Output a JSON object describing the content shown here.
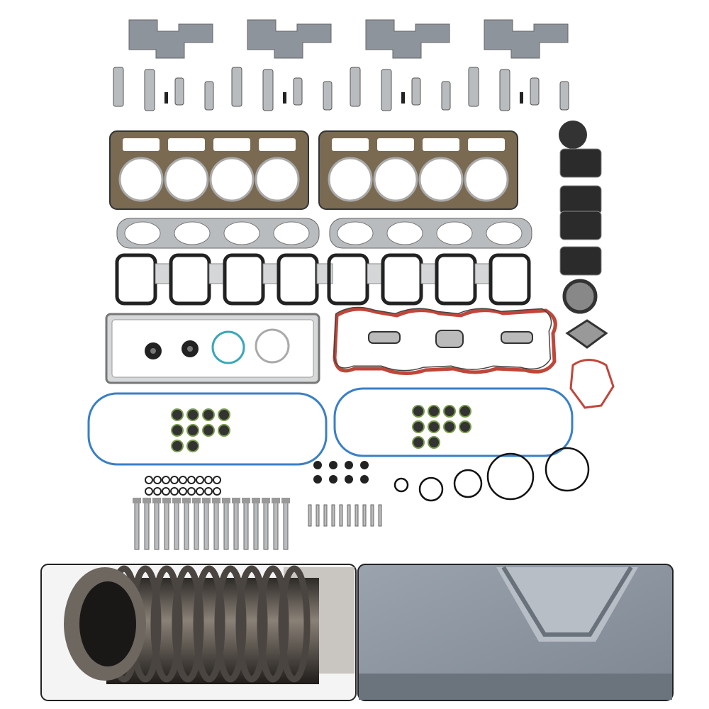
{
  "colors": {
    "background": "#ffffff",
    "lifter_tray": "#8e949c",
    "metal": "#b9bcbf",
    "head_gasket_body": "#7a6a52",
    "valve_cover_gasket": "#3a7fc8",
    "oil_pan_gasket": "#c0463a",
    "rubber": "#222222",
    "detail_spring": "#4a4540",
    "detail_tray": "#8c96a3"
  },
  "counts": {
    "lifter_trays": 4,
    "head_gaskets": 2,
    "exhaust_gaskets": 2,
    "intake_gaskets": 8,
    "valve_cover_gaskets": 2,
    "valve_seals_per_set": 8,
    "bolts": 16,
    "small_bolts": 10
  }
}
